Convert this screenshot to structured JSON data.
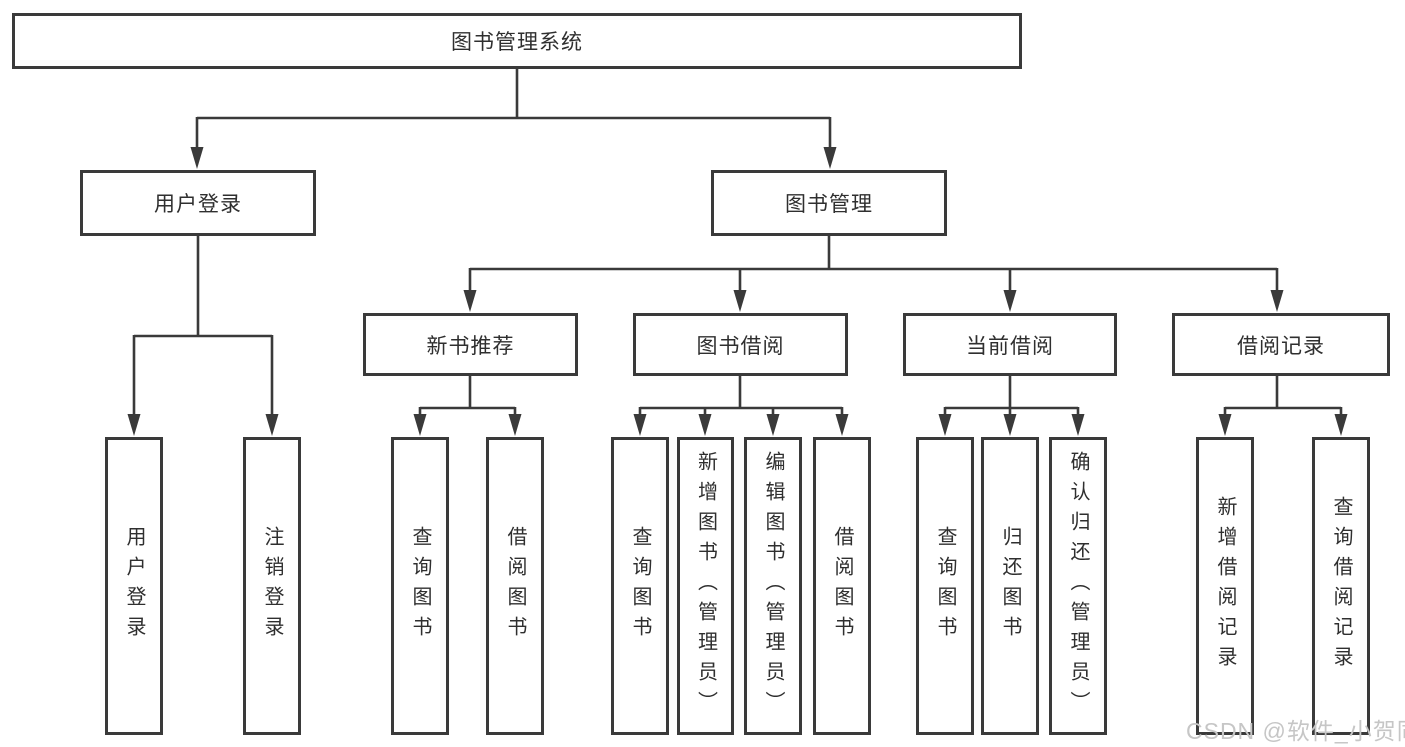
{
  "tree": {
    "label": "图书管理系统",
    "children": [
      {
        "label": "用户登录",
        "children": [
          {
            "label": "用户登录"
          },
          {
            "label": "注销登录"
          }
        ]
      },
      {
        "label": "图书管理",
        "children": [
          {
            "label": "新书推荐",
            "children": [
              {
                "label": "查询图书"
              },
              {
                "label": "借阅图书"
              }
            ]
          },
          {
            "label": "图书借阅",
            "children": [
              {
                "label": "查询图书"
              },
              {
                "label": "新增图书（管理员）"
              },
              {
                "label": "编辑图书（管理员）"
              },
              {
                "label": "借阅图书"
              }
            ]
          },
          {
            "label": "当前借阅",
            "children": [
              {
                "label": "查询图书"
              },
              {
                "label": "归还图书"
              },
              {
                "label": "确认归还（管理员）"
              }
            ]
          },
          {
            "label": "借阅记录",
            "children": [
              {
                "label": "新增借阅记录"
              },
              {
                "label": "查询借阅记录"
              }
            ]
          }
        ]
      }
    ]
  },
  "watermark": "CSDN @软件_小贺同学",
  "colors": {
    "line": "#3a3a3a",
    "box_border": "#3a3a3a",
    "box_fill": "#ffffff",
    "text": "#2f2f2f",
    "watermark": "#c6c6c6",
    "background": "#ffffff"
  }
}
